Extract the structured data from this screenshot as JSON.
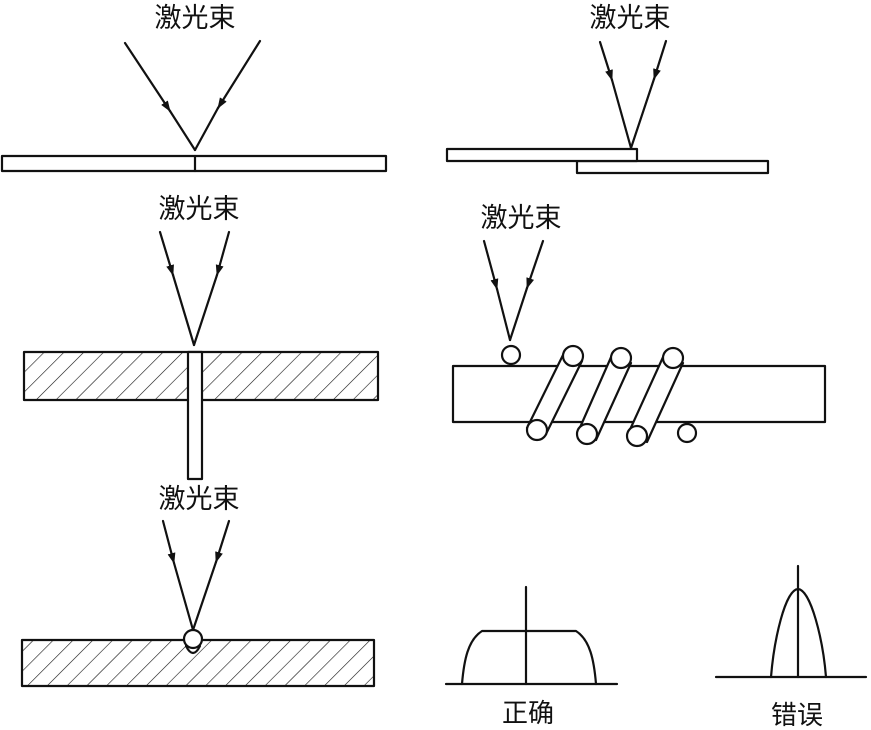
{
  "labels": {
    "beam": "激光束",
    "correct": "正确",
    "wrong": "错误"
  },
  "colors": {
    "ink": "#111111",
    "background": "#ffffff"
  }
}
